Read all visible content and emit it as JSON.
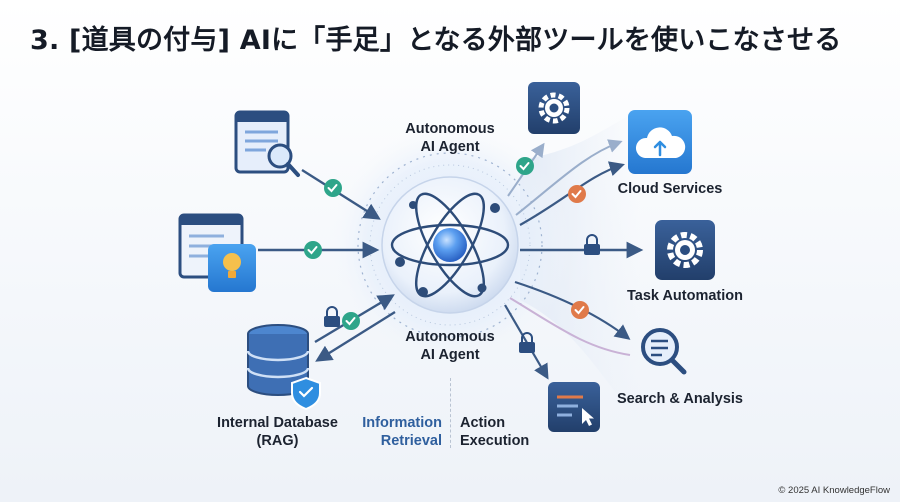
{
  "title": "3. [道具の付与] AIに「手足」となる外部ツールを使いこなさせる",
  "center": {
    "top_label": [
      "Autonomous",
      "AI Agent"
    ],
    "bottom_label": [
      "Autonomous",
      "AI Agent"
    ]
  },
  "nodes": {
    "database": [
      "Internal Database",
      "(RAG)"
    ],
    "cloud": "Cloud Services",
    "task": "Task Automation",
    "search": "Search & Analysis"
  },
  "flows": {
    "retrieval": [
      "Information",
      "Retrieval"
    ],
    "action": [
      "Action",
      "Execution"
    ]
  },
  "colors": {
    "arrow": "#3b5a85",
    "check_green": "#2ea58a",
    "check_orange": "#e07a4a",
    "icon_dark": "#2c4e80",
    "icon_light": "#2f8ee0"
  },
  "footer": {
    "copyright": "© 2025 AI KnowledgeFlow"
  }
}
